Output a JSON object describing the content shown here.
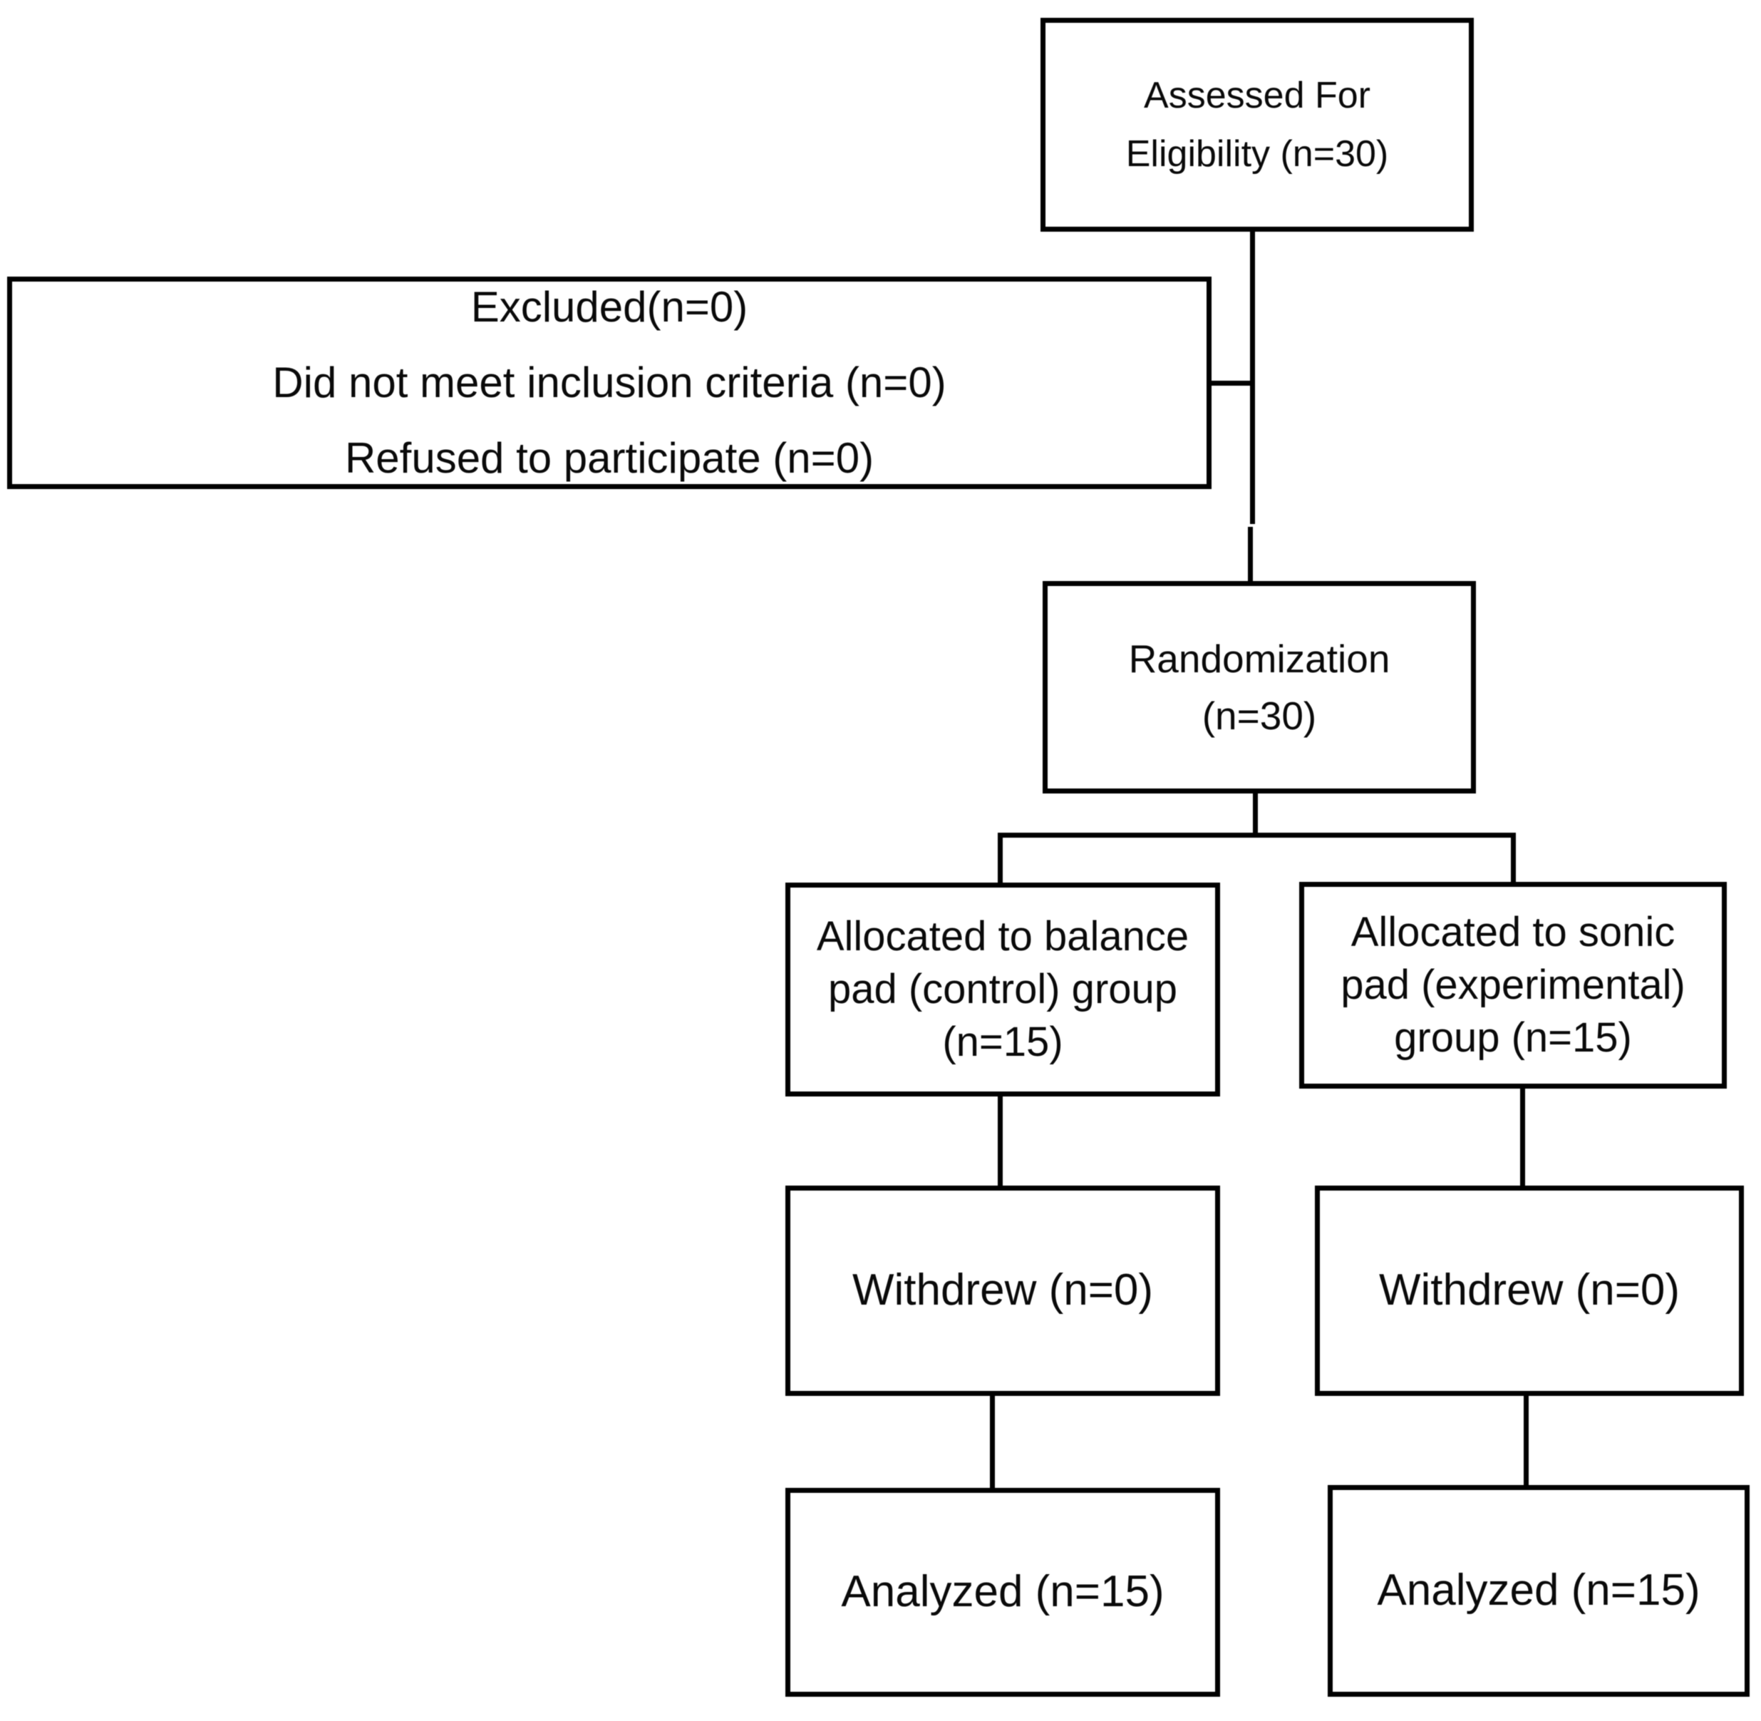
{
  "flowchart": {
    "colors": {
      "line": "#000000",
      "background": "#ffffff",
      "text": "#0a0a0a"
    },
    "nodes": {
      "assessed": {
        "lines": [
          "Assessed For",
          "Eligibility (n=30)"
        ]
      },
      "excluded": {
        "lines": [
          "Excluded(n=0)",
          "Did not meet inclusion criteria (n=0)",
          "Refused to participate (n=0)"
        ]
      },
      "randomization": {
        "lines": [
          "Randomization",
          "(n=30)"
        ]
      },
      "allocated_control": {
        "lines": [
          "Allocated to balance",
          "pad (control) group",
          "(n=15)"
        ]
      },
      "allocated_experimental": {
        "lines": [
          "Allocated to sonic",
          "pad (experimental)",
          "group (n=15)"
        ]
      },
      "withdrew_control": {
        "label": "Withdrew (n=0)"
      },
      "withdrew_experimental": {
        "label": "Withdrew (n=0)"
      },
      "analyzed_control": {
        "label": "Analyzed (n=15)"
      },
      "analyzed_experimental": {
        "label": "Analyzed (n=15)"
      }
    }
  }
}
